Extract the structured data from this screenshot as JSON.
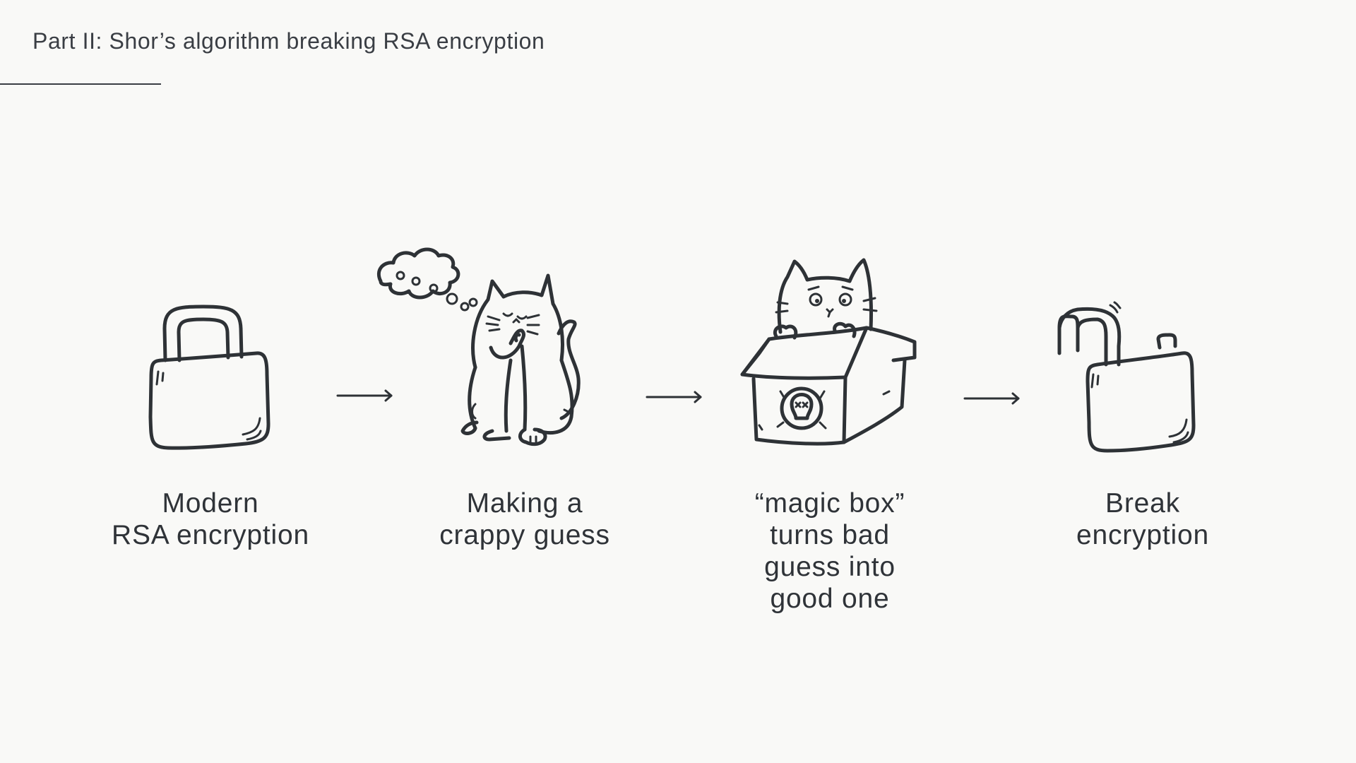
{
  "slide": {
    "title": "Part II: Shor’s algorithm breaking RSA encryption"
  },
  "steps": [
    {
      "icon": "locked-padlock-icon",
      "caption_lines": [
        "Modern",
        "RSA encryption"
      ]
    },
    {
      "icon": "thinking-cat-icon",
      "caption_lines": [
        "Making a",
        "crappy guess"
      ]
    },
    {
      "icon": "cat-in-box-icon",
      "caption_lines": [
        "“magic box”",
        "turns bad",
        "guess into",
        "good one"
      ]
    },
    {
      "icon": "unlocked-padlock-icon",
      "caption_lines": [
        "Break",
        "encryption"
      ]
    }
  ],
  "arrows": [
    {
      "icon": "right-arrow-icon"
    },
    {
      "icon": "right-arrow-icon"
    },
    {
      "icon": "right-arrow-icon"
    }
  ],
  "colors": {
    "background": "#f9f9f7",
    "ink": "#2e3236"
  }
}
